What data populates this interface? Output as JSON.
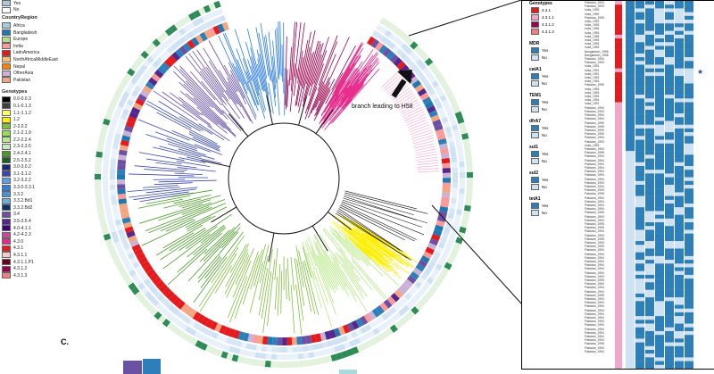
{
  "top_legend": [
    {
      "label": "Yes",
      "color": "#b0c4de"
    },
    {
      "label": "No",
      "color": "#ffffff"
    }
  ],
  "country_legend": {
    "title": "CountryRegion",
    "items": [
      {
        "label": "Africa",
        "color": "#a6cee3"
      },
      {
        "label": "Bangladesh",
        "color": "#1f78b4"
      },
      {
        "label": "Europe",
        "color": "#b2df8a"
      },
      {
        "label": "India",
        "color": "#fb9a99"
      },
      {
        "label": "LatinAmerica",
        "color": "#e31a1c"
      },
      {
        "label": "NorthAfricaMiddleEast",
        "color": "#fdbf6f"
      },
      {
        "label": "Nepal",
        "color": "#ff7f00"
      },
      {
        "label": "OtherAsia",
        "color": "#cab2d6"
      },
      {
        "label": "Pakistan",
        "color": "#f4a582"
      }
    ]
  },
  "genotype_legend": {
    "title": "Genotypes",
    "items": [
      {
        "label": "0.0-0.0.3",
        "color": "#000000"
      },
      {
        "label": "0.1-0.1.3",
        "color": "#404040"
      },
      {
        "label": "1.1-1.1.2",
        "color": "#ffff66"
      },
      {
        "label": "1.2",
        "color": "#ffee00"
      },
      {
        "label": "2-2.0.2",
        "color": "#7fbf3f"
      },
      {
        "label": "2.1-2.1.9",
        "color": "#99dd55"
      },
      {
        "label": "2.2-2.2.4",
        "color": "#b8e986"
      },
      {
        "label": "2.3-2.3.5",
        "color": "#c7e9c0"
      },
      {
        "label": "2.4-2.4.1",
        "color": "#4c9a2a"
      },
      {
        "label": "2.5-2.5.2",
        "color": "#1b5e20"
      },
      {
        "label": "3.0-3.0.2",
        "color": "#1a237e"
      },
      {
        "label": "3.1-3.1.2",
        "color": "#3949ab"
      },
      {
        "label": "3.2-3.2.2",
        "color": "#5c9ded"
      },
      {
        "label": "3.3.0-3.3.1",
        "color": "#2f7ed8"
      },
      {
        "label": "3.3.2",
        "color": "#4a90d9"
      },
      {
        "label": "3.3.2.Bd1",
        "color": "#6baed6"
      },
      {
        "label": "3.3.2.Bd2",
        "color": "#08306b"
      },
      {
        "label": "3.4",
        "color": "#6a51a3"
      },
      {
        "label": "3.5-3.5.4",
        "color": "#54278f"
      },
      {
        "label": "4.0-4.1.1",
        "color": "#3f007d"
      },
      {
        "label": "4.2-4.2.3",
        "color": "#c44a9e"
      },
      {
        "label": "4.3.0",
        "color": "#e7298a"
      },
      {
        "label": "4.3.1",
        "color": "#e41a1c"
      },
      {
        "label": "4.3.1.1",
        "color": "#f4cccc"
      },
      {
        "label": "4.3.1.1.P1",
        "color": "#67001f"
      },
      {
        "label": "4.3.1.2",
        "color": "#99004c"
      },
      {
        "label": "4.3.1.3",
        "color": "#f08080"
      }
    ]
  },
  "arrow_annotation": "branch leading to H58",
  "panel_label": "C.",
  "inset": {
    "genotypes": {
      "title": "Genotypes",
      "items": [
        {
          "label": "4.3.1",
          "color": "#e41a1c"
        },
        {
          "label": "4.3.1.1",
          "color": "#f4a6c8"
        },
        {
          "label": "4.3.1.2",
          "color": "#99004c"
        },
        {
          "label": "4.3.1.3",
          "color": "#f08080"
        }
      ]
    },
    "markers": [
      {
        "title": "MDR",
        "items": [
          {
            "label": "Yes",
            "color": "#2c7fb8"
          },
          {
            "label": "No",
            "color": "#cfe2f3"
          }
        ]
      },
      {
        "title": "catA1",
        "items": [
          {
            "label": "Yes",
            "color": "#2c7fb8"
          },
          {
            "label": "No",
            "color": "#cfe2f3"
          }
        ]
      },
      {
        "title": "TEM1",
        "items": [
          {
            "label": "Yes",
            "color": "#2c7fb8"
          },
          {
            "label": "No",
            "color": "#cfe2f3"
          }
        ]
      },
      {
        "title": "dfrA7",
        "items": [
          {
            "label": "Yes",
            "color": "#2c7fb8"
          },
          {
            "label": "No",
            "color": "#cfe2f3"
          }
        ]
      },
      {
        "title": "sul1",
        "items": [
          {
            "label": "Yes",
            "color": "#2c7fb8"
          },
          {
            "label": "No",
            "color": "#cfe2f3"
          }
        ]
      },
      {
        "title": "sul2",
        "items": [
          {
            "label": "Yes",
            "color": "#2c7fb8"
          },
          {
            "label": "No",
            "color": "#cfe2f3"
          }
        ]
      },
      {
        "title": "tetA1",
        "items": [
          {
            "label": "Yes",
            "color": "#2c7fb8"
          },
          {
            "label": "No",
            "color": "#cfe2f3"
          }
        ]
      }
    ],
    "tip_names": [
      "Pakistan_1994",
      "Pakistan_1993",
      "India_1993",
      "India_1990",
      "Pakistan_1995",
      "India_1993",
      "India_1993",
      "India_1994",
      "India_1994",
      "India_1995",
      "India_1993",
      "India_1993",
      "India_1993",
      "Bangladesh_1998",
      "Bangladesh_1998",
      "Pakistan_1994",
      "Pakistan_1993",
      "India_1991",
      "India_1991",
      "India_1991",
      "India_1993",
      "India_1993",
      "Pakistan_1995",
      "India_1993",
      "India_1993",
      "India_1994",
      "India_1994",
      "India_1991",
      "Pakistan_1994",
      "Pakistan_1993",
      "Pakistan_1994",
      "Pakistan_1994",
      "Pakistan_1995",
      "Pakistan_1995",
      "Pakistan_1993",
      "Pakistan_1995",
      "Pakistan_1994",
      "Pakistan_1993",
      "India_1993",
      "Pakistan_1994",
      "Pakistan_1995",
      "Pakistan_1994",
      "Pakistan_1994",
      "Pakistan_1994",
      "Pakistan_1994",
      "Pakistan_1994",
      "Pakistan_1994",
      "Pakistan_1994",
      "Pakistan_1993",
      "Pakistan_1994",
      "Pakistan_1993",
      "Pakistan_1995",
      "Pakistan_1994",
      "Pakistan_1994",
      "Pakistan_1994",
      "Pakistan_1994",
      "Pakistan_1995",
      "Pakistan_1993",
      "Pakistan_1994",
      "Pakistan_1995",
      "Pakistan_1995",
      "Pakistan_1994",
      "Pakistan_1994",
      "Pakistan_1995",
      "Pakistan_1993",
      "Pakistan_1995",
      "Pakistan_1994",
      "Pakistan_1994",
      "Pakistan_1994",
      "Pakistan_1994",
      "Pakistan_1994",
      "Pakistan_1994",
      "Pakistan_1994",
      "Pakistan_1993",
      "Pakistan_1995",
      "Pakistan_1994",
      "Pakistan_1994",
      "Pakistan_1994",
      "Pakistan_1995",
      "Pakistan_1994",
      "Pakistan_1993",
      "Pakistan_1994",
      "Pakistan_1994",
      "Pakistan_1994",
      "Pakistan_1994",
      "Pakistan_1994",
      "Pakistan_1994",
      "Pakistan_1994",
      "Pakistan_1994",
      "Pakistan_1994",
      "Pakistan_1994",
      "Pakistan_1995",
      "Pakistan_1994",
      "Pakistan_1994"
    ]
  }
}
